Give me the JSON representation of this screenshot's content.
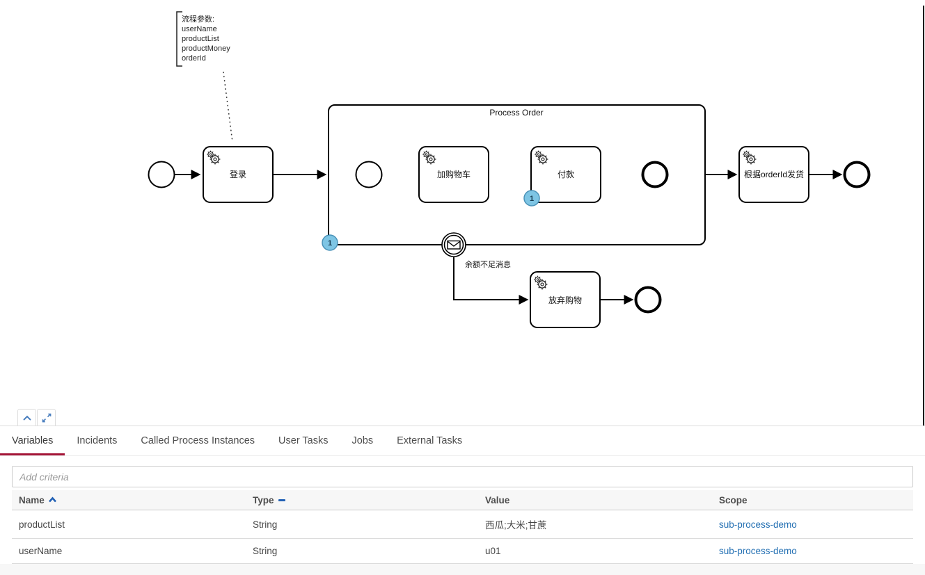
{
  "diagram": {
    "annotation": {
      "line1": "流程参数:",
      "line2": "userName",
      "line3": "productList",
      "line4": "productMoney",
      "line5": "orderId"
    },
    "subprocess_label": "Process Order",
    "task_login": "登录",
    "task_add_cart": "加购物车",
    "task_pay": "付款",
    "task_abandon": "放弃购物",
    "task_ship": "根据orderId发货",
    "boundary_label": "余额不足消息",
    "badge_pay": "1",
    "badge_subprocess": "1"
  },
  "tabs": [
    {
      "label": "Variables",
      "active": true
    },
    {
      "label": "Incidents",
      "active": false
    },
    {
      "label": "Called Process Instances",
      "active": false
    },
    {
      "label": "User Tasks",
      "active": false
    },
    {
      "label": "Jobs",
      "active": false
    },
    {
      "label": "External Tasks",
      "active": false
    }
  ],
  "filter": {
    "placeholder": "Add criteria"
  },
  "table": {
    "headers": {
      "name": "Name",
      "type": "Type",
      "value": "Value",
      "scope": "Scope"
    },
    "sort": {
      "name": "asc",
      "type": "none"
    },
    "rows": [
      {
        "name": "productList",
        "type": "String",
        "value": "西瓜;大米;甘蔗",
        "scope": "sub-process-demo"
      },
      {
        "name": "userName",
        "type": "String",
        "value": "u01",
        "scope": "sub-process-demo"
      }
    ]
  },
  "colors": {
    "accent_red": "#a41437",
    "link_blue": "#2470b3",
    "sort_blue": "#2261b5",
    "badge_fill": "#7ec5e4",
    "badge_border": "#4a92b8"
  }
}
